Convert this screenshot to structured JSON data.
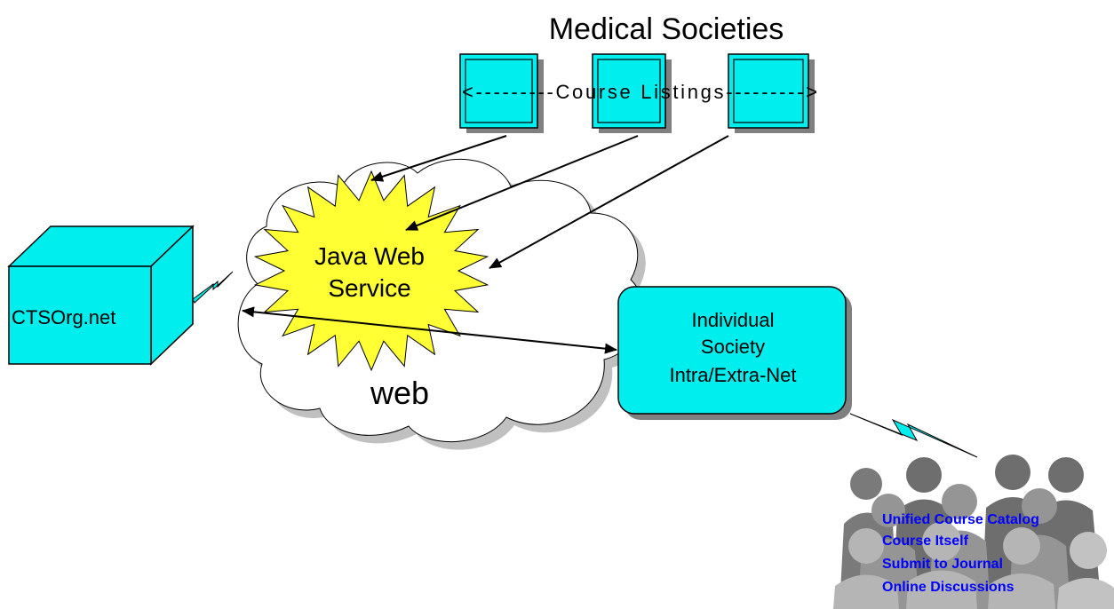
{
  "header": {
    "title": "Medical Societies"
  },
  "societies": {
    "box_count": 3,
    "course_listings_label": "<---------Course Listings--------->"
  },
  "web_service": {
    "line1": "Java Web",
    "line2": "Service"
  },
  "cloud": {
    "label": "web"
  },
  "ctsorg": {
    "label": "CTSOrg.net"
  },
  "society_net": {
    "line1": "Individual",
    "line2": "Society",
    "line3": "Intra/Extra-Net"
  },
  "audience": {
    "items": [
      "Unified Course Catalog",
      "Course Itself",
      "Submit to Journal",
      "Online Discussions"
    ]
  },
  "colors": {
    "cyan": "#00eeee",
    "star_yellow": "#ffff33",
    "link_blue": "#0000ff",
    "cloud_shadow": "#c0c0c0",
    "box_shadow": "#808080"
  }
}
